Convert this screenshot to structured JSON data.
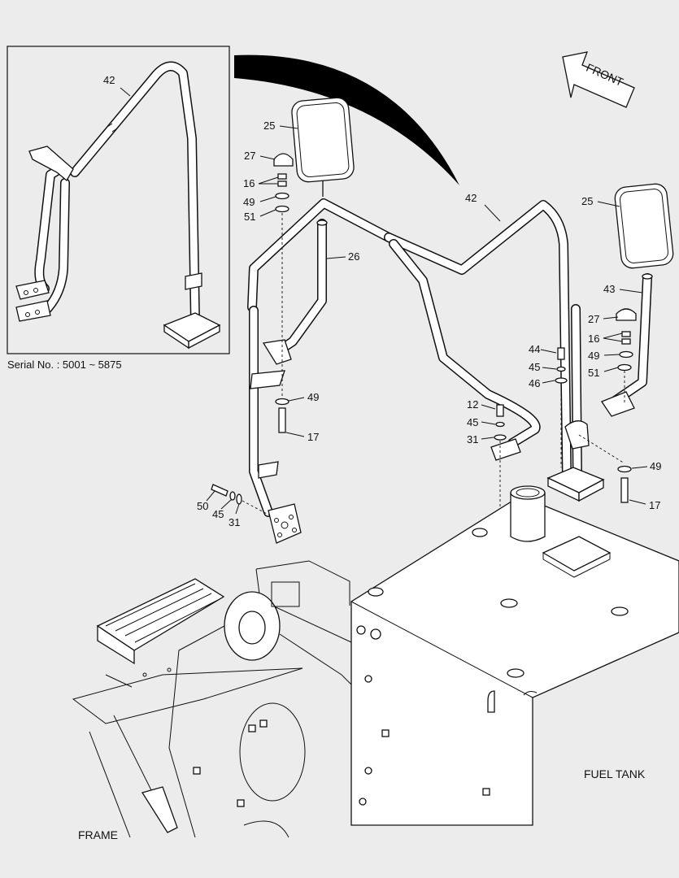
{
  "inset": {
    "serial_note": "Serial No. : 5001 ~ 5875",
    "callout_42": "42"
  },
  "front_label": "FRONT",
  "labels": {
    "fuel_tank": "FUEL TANK",
    "frame": "FRAME"
  },
  "callouts_left": {
    "c25": "25",
    "c27": "27",
    "c16": "16",
    "c49a": "49",
    "c51": "51",
    "c26": "26",
    "c49b": "49",
    "c17": "17",
    "c50": "50",
    "c45": "45",
    "c31": "31"
  },
  "callouts_center": {
    "c42": "42",
    "c44": "44",
    "c45a": "45",
    "c46": "46",
    "c12": "12",
    "c45b": "45",
    "c31": "31"
  },
  "callouts_right": {
    "c25": "25",
    "c43": "43",
    "c27": "27",
    "c16": "16",
    "c49a": "49",
    "c51": "51",
    "c49b": "49",
    "c17": "17"
  },
  "colors": {
    "background": "#ececec",
    "line": "#111111",
    "part_fill": "#ffffff"
  }
}
